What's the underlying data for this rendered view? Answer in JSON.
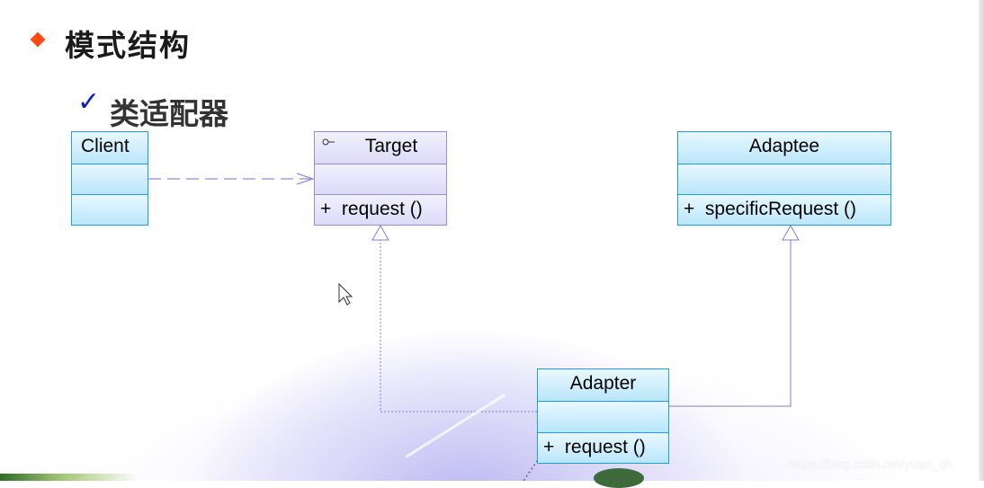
{
  "heading": {
    "text": "模式结构"
  },
  "sub_heading": {
    "text": "类适配器"
  },
  "classes": {
    "client": {
      "name": "Client",
      "ops": ""
    },
    "target": {
      "name": "Target",
      "op": "+  request ()"
    },
    "adaptee": {
      "name": "Adaptee",
      "op": "+  specificRequest ()"
    },
    "adapter": {
      "name": "Adapter",
      "op": "+  request ()"
    }
  },
  "watermark": "https://blog.csdn.net/yuan_qh",
  "colors": {
    "bullet": "#ff4b12",
    "check": "#0b1fc9",
    "class_blue_border": "#1f9ee0",
    "class_purple_border": "#8f8fd6"
  },
  "icons": [
    "diamond-bullet-icon",
    "checkmark-icon",
    "interface-icon",
    "mouse-cursor-icon"
  ]
}
